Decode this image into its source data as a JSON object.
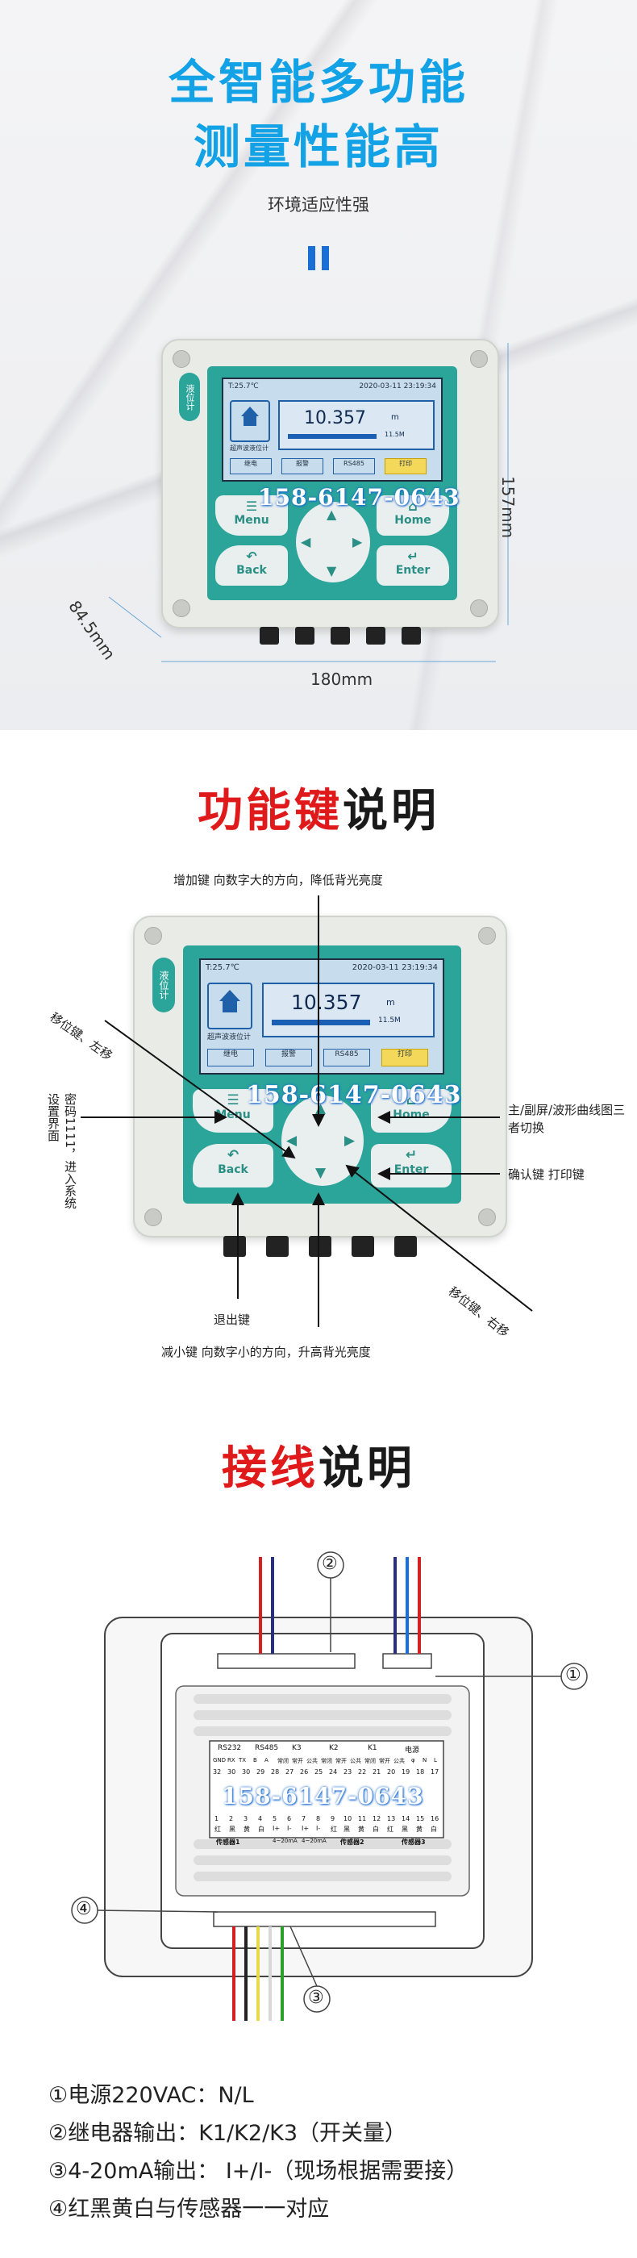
{
  "hero": {
    "title_line1": "全智能多功能",
    "title_line2": "测量性能高",
    "subtitle": "环境适应性强",
    "icon": "pause-bars-icon",
    "dims": {
      "height_label": "157mm",
      "depth_label": "84.5mm",
      "width_label": "180mm"
    }
  },
  "device": {
    "side_label": "液位计",
    "status_left": "T:25.7℃",
    "status_right": "2020-03-11 23:19:34",
    "home_caption": "超声波液位计",
    "reading": "10.357",
    "reading_unit": "m",
    "range_label": "11.5M",
    "tabs": [
      "继电",
      "报警",
      "RS485",
      "打印"
    ],
    "phone": "158-6147-0643",
    "keys": {
      "menu": "Menu",
      "home": "Home",
      "back": "Back",
      "enter": "Enter"
    }
  },
  "functions": {
    "title_red": "功能键",
    "title_black": "说明",
    "ann_up": "增加键 向数字大的方向，降低背光亮度",
    "ann_left": "移位键、左移",
    "ann_menu": "密码1111，进入系统设置界面",
    "ann_home": "主/副屏/波形曲线图三者切换",
    "ann_enter": "确认键 打印键",
    "ann_right": "移位键、右移",
    "ann_back": "退出键",
    "ann_down": "减小键 向数字小的方向，升高背光亮度"
  },
  "wiring": {
    "title_red": "接线",
    "title_black": "说明",
    "markers": [
      "①",
      "②",
      "③",
      "④"
    ],
    "board_headers": [
      "RS232",
      "RS485",
      "K3",
      "K2",
      "K1",
      "电源"
    ],
    "board_pins": [
      "GND",
      "RX",
      "TX",
      "B",
      "A",
      "常闭",
      "常开",
      "公共",
      "常闭",
      "常开",
      "公共",
      "常闭",
      "常开",
      "公共",
      "φ",
      "N",
      "L"
    ],
    "board_numbers_top": [
      "32",
      "30",
      "30",
      "29",
      "28",
      "27",
      "26",
      "25",
      "24",
      "23",
      "22",
      "21",
      "20",
      "19",
      "18",
      "17"
    ],
    "board_numbers_bottom": [
      "1",
      "2",
      "3",
      "4",
      "5",
      "6",
      "7",
      "8",
      "9",
      "10",
      "11",
      "12",
      "13",
      "14",
      "15",
      "16"
    ],
    "board_colors": [
      "红",
      "黑",
      "黄",
      "白",
      "I+",
      "I-",
      "I+",
      "I-",
      "红",
      "黑",
      "黄",
      "白",
      "红",
      "黑",
      "黄",
      "白"
    ],
    "sensor_labels": [
      "传感器1",
      "4~20mA",
      "4~20mA",
      "传感器2",
      "传感器3"
    ],
    "legend": [
      "①电源220VAC：N/L",
      "②继电器输出：K1/K2/K3（开关量）",
      "③4-20mA输出： I+/I-（现场根据需要接）",
      "④红黑黄白与传感器一一对应"
    ]
  }
}
